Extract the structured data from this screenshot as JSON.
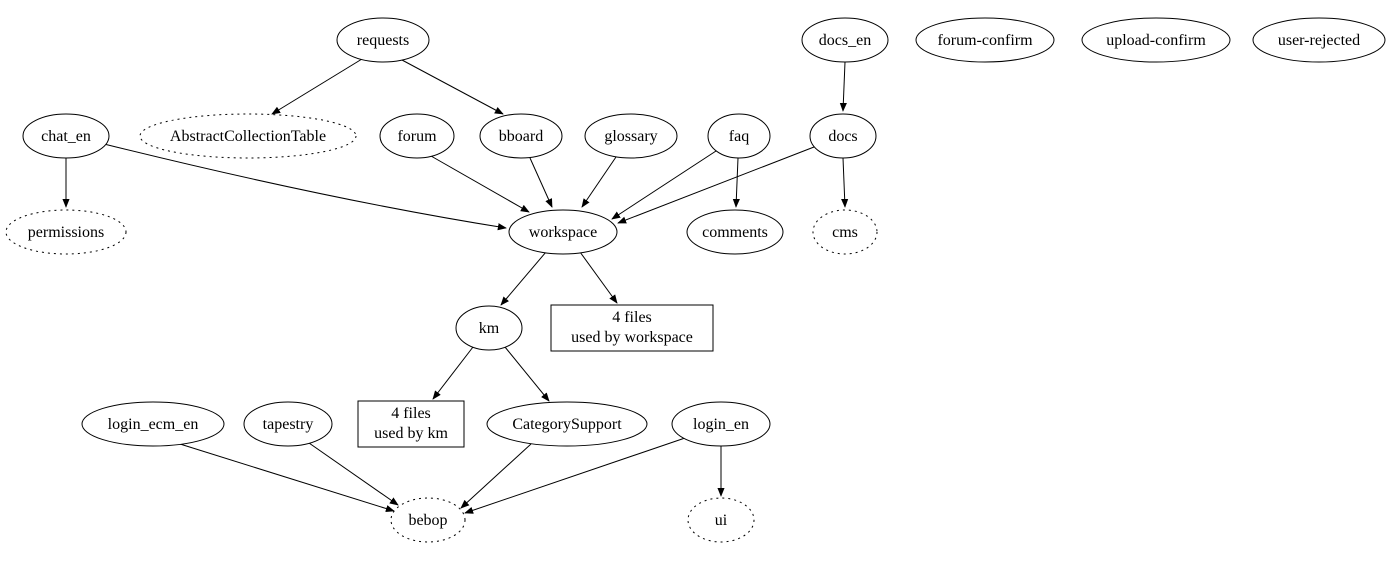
{
  "diagram": {
    "background": "#ffffff",
    "stroke_color": "#000000",
    "nodes": {
      "requests": "requests",
      "docs_en": "docs_en",
      "forum_confirm": "forum-confirm",
      "upload_confirm": "upload-confirm",
      "user_rejected": "user-rejected",
      "chat_en": "chat_en",
      "abstract_collection_table": "AbstractCollectionTable",
      "forum": "forum",
      "bboard": "bboard",
      "glossary": "glossary",
      "faq": "faq",
      "docs": "docs",
      "permissions": "permissions",
      "workspace": "workspace",
      "comments": "comments",
      "cms": "cms",
      "km": "km",
      "login_ecm_en": "login_ecm_en",
      "tapestry": "tapestry",
      "category_support": "CategorySupport",
      "login_en": "login_en",
      "bebop": "bebop",
      "ui": "ui"
    },
    "boxes": {
      "files_workspace": {
        "line1": "4 files",
        "line2": "used by workspace"
      },
      "files_km": {
        "line1": "4 files",
        "line2": "used by km"
      }
    }
  }
}
